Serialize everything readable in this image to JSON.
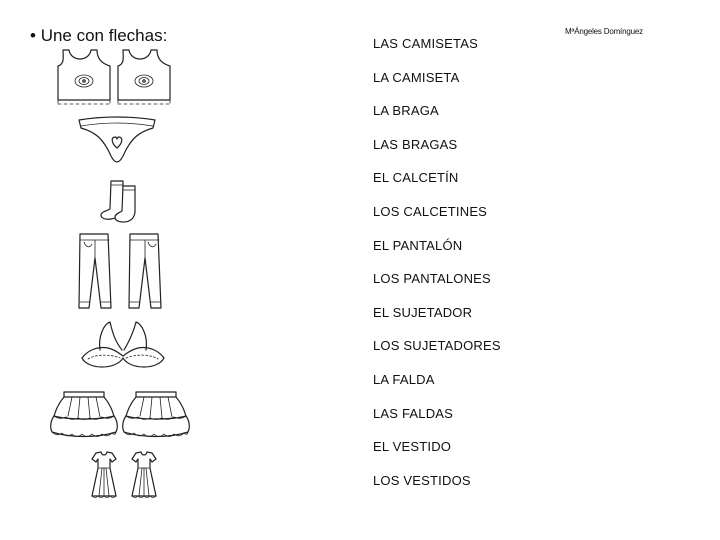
{
  "instruction": {
    "bullet": "•",
    "text": "Une con flechas:"
  },
  "author": "MªÁngeles Domínguez",
  "words": [
    "LAS CAMISETAS",
    "LA CAMISETA",
    "LA BRAGA",
    "LAS BRAGAS",
    "EL CALCETÍN",
    "LOS CALCETINES",
    "EL PANTALÓN",
    "LOS PANTALONES",
    "EL SUJETADOR",
    "LOS SUJETADORES",
    "LA FALDA",
    "LAS FALDAS",
    "EL VESTIDO",
    "LOS VESTIDOS"
  ],
  "pictures": [
    {
      "icon": "tank-tops-icon"
    },
    {
      "icon": "briefs-icon"
    },
    {
      "icon": "socks-icon"
    },
    {
      "icon": "trousers-icon"
    },
    {
      "icon": "bra-icon"
    },
    {
      "icon": "skirts-icon"
    },
    {
      "icon": "dresses-icon"
    }
  ]
}
